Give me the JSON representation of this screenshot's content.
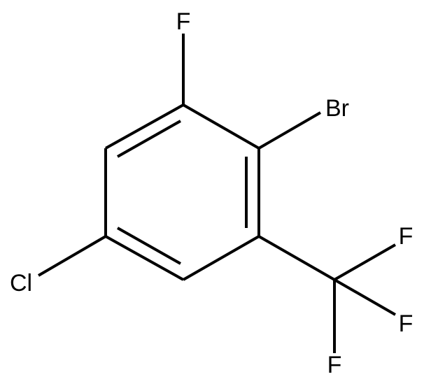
{
  "molecule": {
    "atoms": {
      "f_top": "F",
      "br": "Br",
      "cl": "Cl",
      "f_cf3_upper": "F",
      "f_cf3_right": "F",
      "f_cf3_lower": "F"
    },
    "colors": {
      "bond": "#000000",
      "text": "#000000",
      "background": "#ffffff"
    }
  }
}
